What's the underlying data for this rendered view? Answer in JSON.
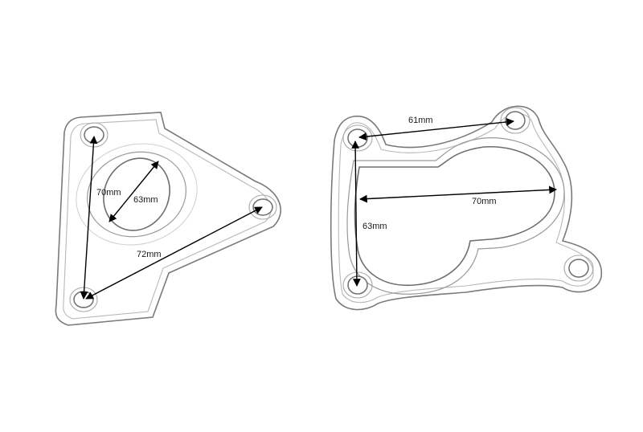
{
  "left_gasket": {
    "dim_bolt_vertical": "70mm",
    "dim_port_diameter": "63mm",
    "dim_bolt_diagonal": "72mm"
  },
  "right_gasket": {
    "dim_top_bolts": "61mm",
    "dim_port_width": "70mm",
    "dim_port_height": "63mm"
  }
}
